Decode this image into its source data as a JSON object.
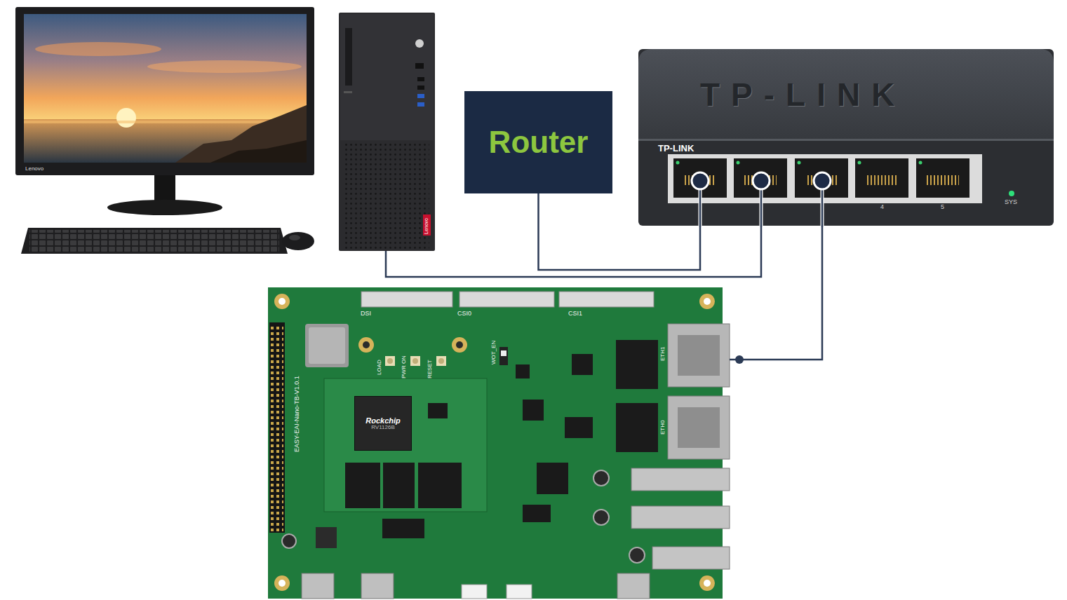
{
  "diagram": {
    "nodes": [
      {
        "text": [
          "Lenovo"
        ]
      },
      {
        "text": [
          "Router"
        ]
      },
      {
        "text": [
          "TP-LINK",
          "TP-LINK",
          "4",
          "5",
          "SYS"
        ]
      },
      {
        "text": [
          "DSI",
          "CSI0",
          "CSI1",
          "LOAD",
          "PWR ON",
          "RESET",
          "WOT_EN",
          "EASY-EAI-Nano-TB-V1.0.1",
          "ETH1",
          "ETH0"
        ]
      },
      {
        "text": [
          "Rockchip",
          "RV1126B"
        ],
        "in": 3
      }
    ],
    "edges": [
      {
        "from": 0,
        "to": 2,
        "arrow": "none"
      },
      {
        "from": 1,
        "to": 2,
        "arrow": "none"
      },
      {
        "from": 3,
        "to": 2,
        "arrow": "none"
      }
    ],
    "labels": [
      "Lenovo"
    ]
  }
}
